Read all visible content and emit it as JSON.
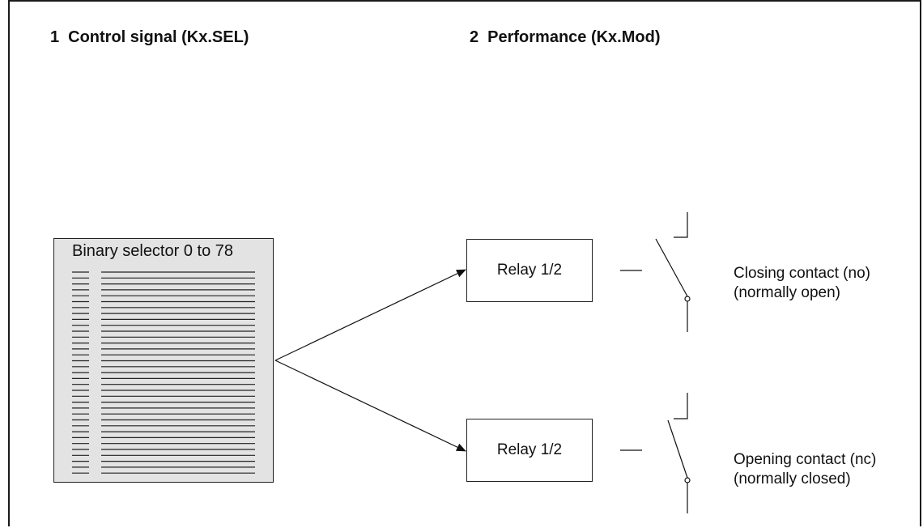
{
  "headings": {
    "control": {
      "number": "1",
      "text": "Control signal (Kx.SEL)"
    },
    "performance": {
      "number": "2",
      "text": "Performance (Kx.Mod)"
    }
  },
  "selector": {
    "title": "Binary selector 0 to 78"
  },
  "relays": [
    {
      "label": "Relay 1/2"
    },
    {
      "label": "Relay 1/2"
    }
  ],
  "contacts": [
    {
      "line1": "Closing contact (no)",
      "line2": "(normally open)"
    },
    {
      "line1": "Opening contact (nc)",
      "line2": "(normally closed)"
    }
  ]
}
